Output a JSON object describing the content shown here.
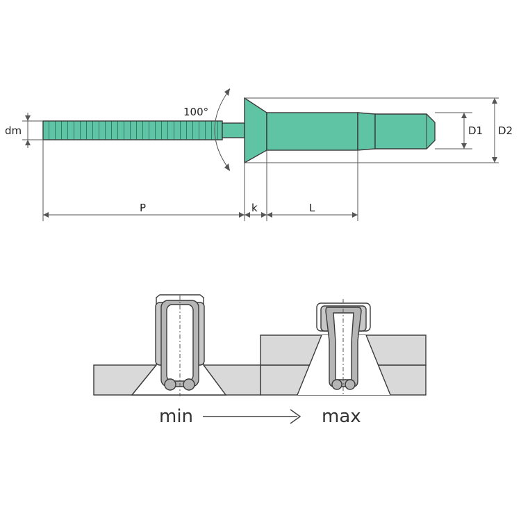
{
  "labels": {
    "dm": "dm",
    "angle": "100°",
    "d1": "D1",
    "d2": "D2",
    "p": "P",
    "k": "k",
    "l": "L",
    "min": "min",
    "max": "max"
  },
  "colors": {
    "rivet_fill": "#5fc4a3",
    "plate_fill": "#d9d9d9",
    "outline": "#3a3a3a",
    "dimension": "#555555",
    "inner_fill": "#c8c8c8"
  }
}
